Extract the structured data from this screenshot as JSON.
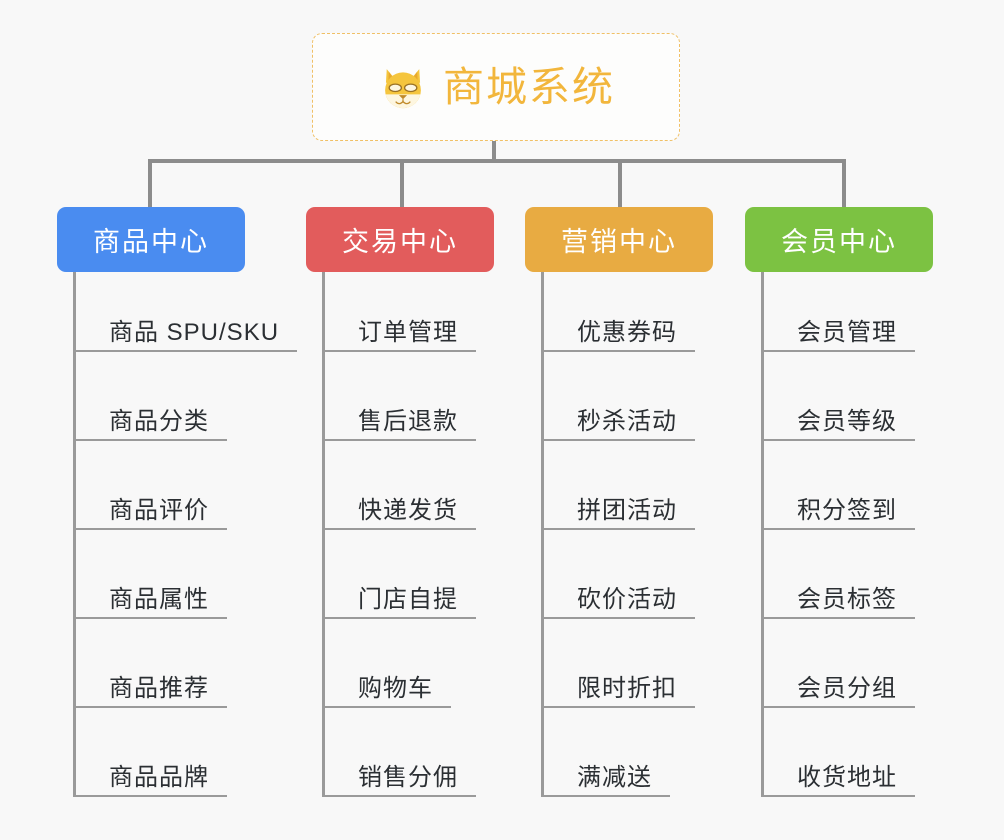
{
  "canvas": {
    "background": "#f8f8f8",
    "connector_color": "#8c8c8c"
  },
  "root": {
    "title": "商城系统",
    "icon": "shiba-inu-dog-face-emoji",
    "border_color": "#f0c066",
    "text_color": "#f2b63c",
    "background": "#fdfdfc"
  },
  "branches": [
    {
      "label": "商品中心",
      "color": "#4a8cf0",
      "items": [
        "商品 SPU/SKU",
        "商品分类",
        "商品评价",
        "商品属性",
        "商品推荐",
        "商品品牌"
      ]
    },
    {
      "label": "交易中心",
      "color": "#e25c5c",
      "items": [
        "订单管理",
        "售后退款",
        "快递发货",
        "门店自提",
        "购物车",
        "销售分佣"
      ]
    },
    {
      "label": "营销中心",
      "color": "#e8ab42",
      "items": [
        "优惠券码",
        "秒杀活动",
        "拼团活动",
        "砍价活动",
        "限时折扣",
        "满减送"
      ]
    },
    {
      "label": "会员中心",
      "color": "#7cc242",
      "items": [
        "会员管理",
        "会员等级",
        "积分签到",
        "会员标签",
        "会员分组",
        "收货地址"
      ]
    }
  ]
}
